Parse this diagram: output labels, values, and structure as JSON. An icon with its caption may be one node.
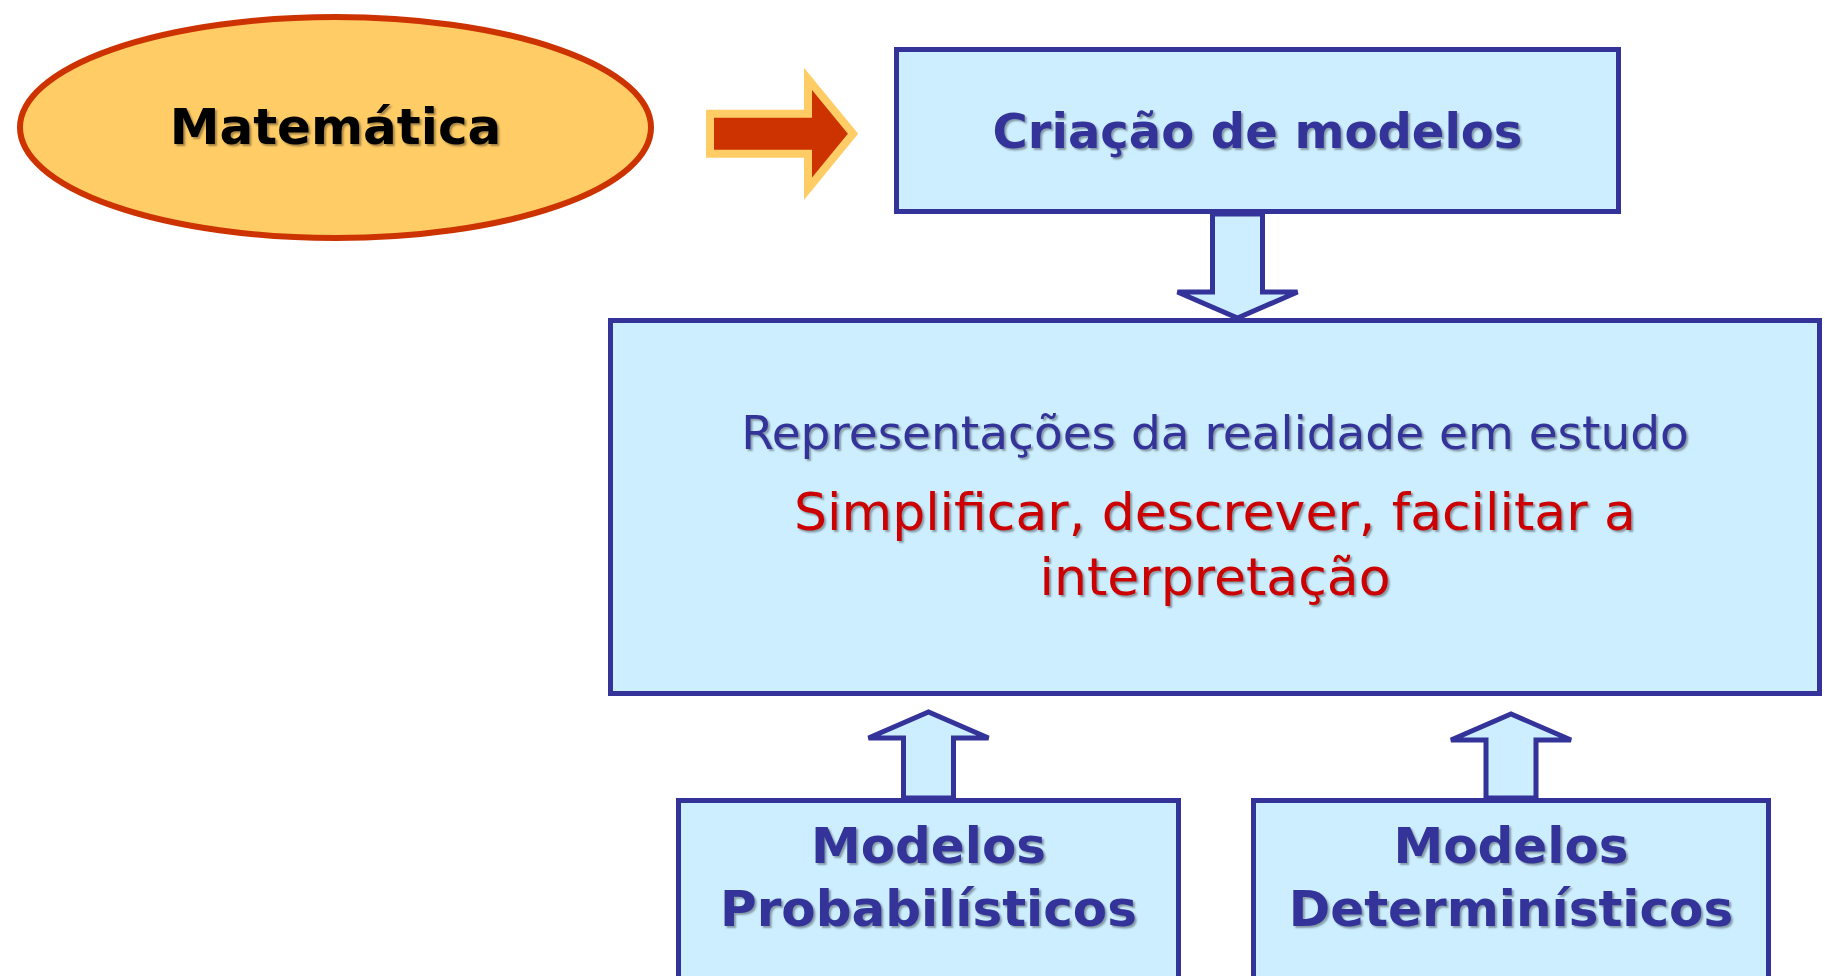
{
  "diagram": {
    "nodes": [
      {
        "text": [
          "Matemática"
        ]
      },
      {
        "text": [
          "Criação de modelos"
        ]
      },
      {
        "text": [
          "Representações da realidade em estudo",
          "Simplificar, descrever, facilitar a interpretação"
        ]
      },
      {
        "text": [
          "Modelos Probabilísticos"
        ]
      },
      {
        "text": [
          "Modelos Determinísticos"
        ]
      }
    ],
    "edges": [
      {
        "from": 0,
        "to": 1,
        "arrow": "to",
        "color": "#cc3300"
      },
      {
        "from": 1,
        "to": 2,
        "arrow": "to"
      },
      {
        "from": 3,
        "to": 2,
        "arrow": "to"
      },
      {
        "from": 4,
        "to": 2,
        "arrow": "to"
      }
    ]
  }
}
